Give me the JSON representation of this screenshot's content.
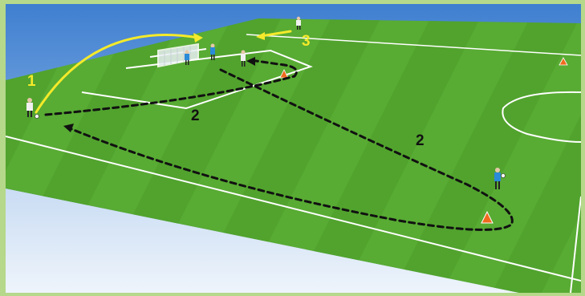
{
  "diagram": {
    "labels": {
      "pass": "1",
      "run": "2",
      "run_second": "2",
      "recover": "3"
    },
    "colors": {
      "sky": "#6f9ed4",
      "grass_light": "#5fb238",
      "grass_dark": "#4a9a26",
      "lines": "#ffffff",
      "pass_arrow": "#f4ea2a",
      "run_path": "#111111",
      "cone": "#f06a1e",
      "frame": "#b5d88a"
    },
    "icons": [
      "player-icon",
      "cone-icon",
      "goal-icon",
      "ball-icon"
    ]
  }
}
